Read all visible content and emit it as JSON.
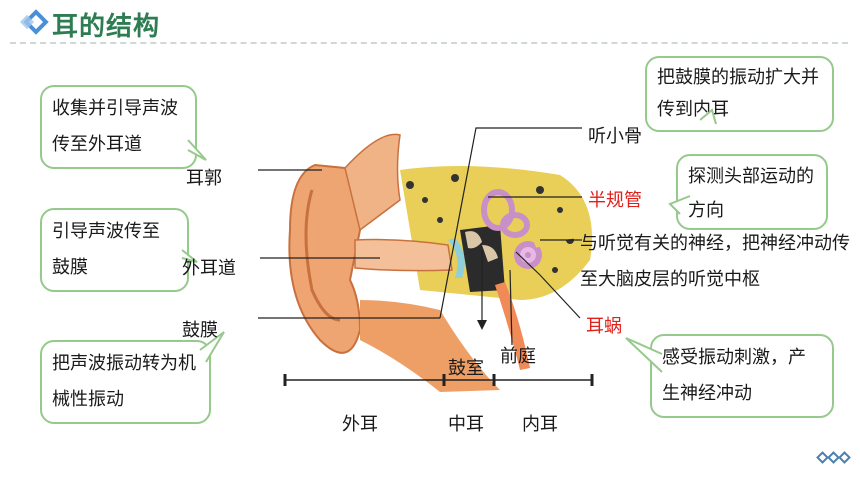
{
  "header": {
    "title": "耳的结构"
  },
  "colors": {
    "accent": "#2e7d52",
    "callout_border": "#96c98c",
    "highlight": "#e0201b",
    "diamond": "#4a90d9"
  },
  "callouts": {
    "auricle_fn": "收集并引导声波传至外耳道",
    "canal_fn": "引导声波传至鼓膜",
    "eardrum_fn": "把声波振动转为机械性振动",
    "ossicle_fn": "把鼓膜的振动扩大并传到内耳",
    "semicircular_fn": "探测头部运动的方向",
    "cochlea_fn": "感受振动刺激，产生神经冲动"
  },
  "labels": {
    "auricle": "耳郭",
    "canal": "外耳道",
    "eardrum": "鼓膜",
    "ossicles": "听小骨",
    "semicircular": "半规管",
    "nerve": "与听觉有关的神经，把神经冲动传至大脑皮层的听觉中枢",
    "cochlea": "耳蜗",
    "tympanic": "鼓室",
    "vestibule": "前庭"
  },
  "sections": {
    "outer": "外耳",
    "middle": "中耳",
    "inner": "内耳"
  }
}
